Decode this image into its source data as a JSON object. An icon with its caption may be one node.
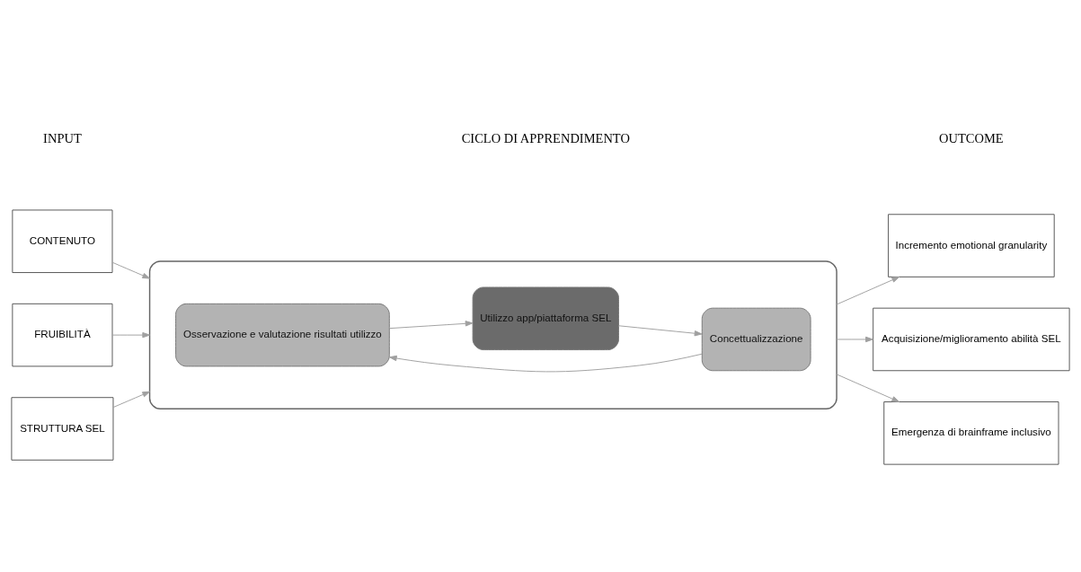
{
  "diagram": {
    "nodes": [
      {
        "text": [
          "CONTENUTO"
        ]
      },
      {
        "text": [
          "FRUIBILITÀ"
        ]
      },
      {
        "text": [
          "STRUTTURA SEL"
        ]
      },
      {
        "text": [],
        "shape": "ellipse"
      },
      {
        "text": [
          "Utilizzo app/piattaforma SEL"
        ],
        "in": 3
      },
      {
        "text": [
          "Concettualizzazione"
        ],
        "in": 3
      },
      {
        "text": [
          "Osservazione e valutazione risultati utilizzo"
        ],
        "in": 3
      },
      {
        "text": [
          "Incremento emotional granularity"
        ]
      },
      {
        "text": [
          "Acquisizione/miglioramento abilità SEL"
        ]
      },
      {
        "text": [
          "Emergenza di brainframe inclusivo"
        ]
      }
    ],
    "edges": [
      {
        "from": 0,
        "to": 3,
        "arrow": "to"
      },
      {
        "from": 1,
        "to": 3,
        "arrow": "to"
      },
      {
        "from": 2,
        "to": 3,
        "arrow": "to"
      },
      {
        "from": 4,
        "to": 5,
        "arrow": "to"
      },
      {
        "from": 5,
        "to": 6,
        "arrow": "to"
      },
      {
        "from": 6,
        "to": 4,
        "arrow": "to"
      },
      {
        "from": 3,
        "to": 7,
        "arrow": "to"
      },
      {
        "from": 3,
        "to": 8,
        "arrow": "to"
      },
      {
        "from": 3,
        "to": 9,
        "arrow": "to"
      }
    ],
    "labels": [
      "INPUT",
      "CICLO DI APPRENDIMENTO",
      "OUTCOME"
    ]
  }
}
